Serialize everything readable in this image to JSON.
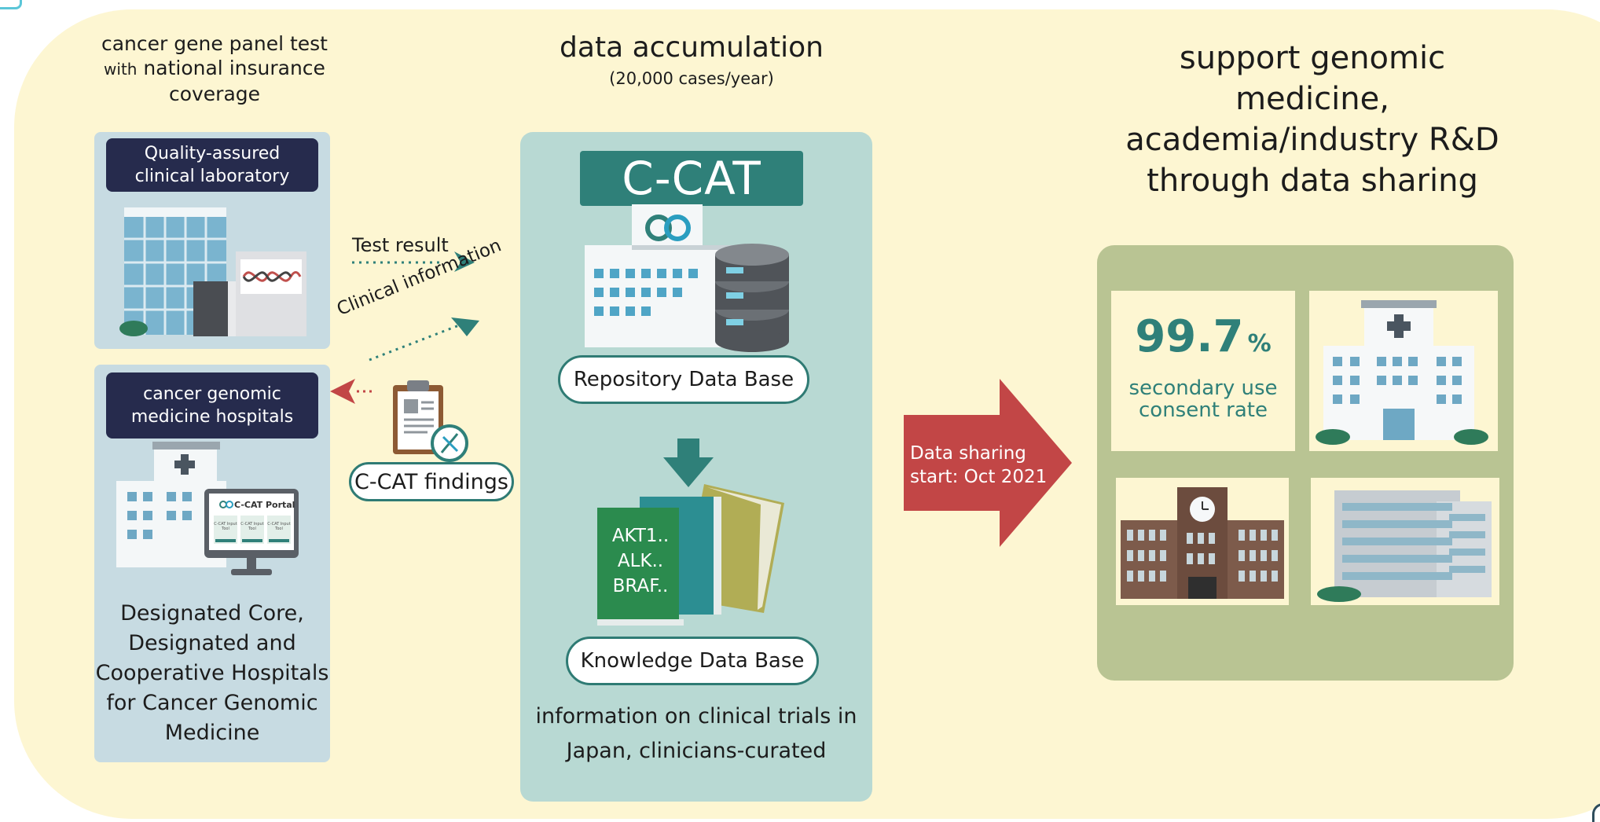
{
  "left": {
    "header_line1": "cancer gene panel test",
    "header_line2_small": "with",
    "header_line2_rest": " national insurance",
    "header_line3": "coverage",
    "lab_label_line1": "Quality-assured",
    "lab_label_line2": "clinical laboratory",
    "hospital_label_line1": "cancer genomic",
    "hospital_label_line2": "medicine hospitals",
    "portal_title": "C-CAT Portal",
    "portal_tile_label": "C-CAT Input Tool",
    "hospitals_caption": [
      "Designated Core,",
      "Designated and",
      "Cooperative Hospitals",
      "for Cancer Genomic",
      "Medicine"
    ]
  },
  "flows": {
    "test_result": "Test result",
    "clinical_information": "Clinical information",
    "findings_pill": "C-CAT findings"
  },
  "center": {
    "header": "data accumulation",
    "subheader": "(20,000 cases/year)",
    "banner": "C-CAT",
    "repository_pill": "Repository Data Base",
    "book_genes": [
      "AKT1..",
      "ALK..",
      "BRAF.."
    ],
    "knowledge_pill": "Knowledge Data Base",
    "knowledge_caption_line1": "information on clinical trials in",
    "knowledge_caption_line2": "Japan, clinicians-curated"
  },
  "arrow": {
    "line1": "Data sharing",
    "line2": "start: Oct 2021"
  },
  "right": {
    "header_line1": "support genomic medicine,",
    "header_line2": "academia/industry R&D",
    "header_line3": "through data sharing",
    "stat_value": "99.7",
    "stat_unit": "%",
    "stat_label_line1": "secondary use",
    "stat_label_line2": "consent rate"
  },
  "colors": {
    "background": "#fdf6d2",
    "navy": "#262b4d",
    "teal": "#2f8079",
    "red_arrow": "#c24646",
    "olive": "#b9c493",
    "light_blue": "#c7dbe2",
    "light_teal": "#b8d9d3"
  }
}
